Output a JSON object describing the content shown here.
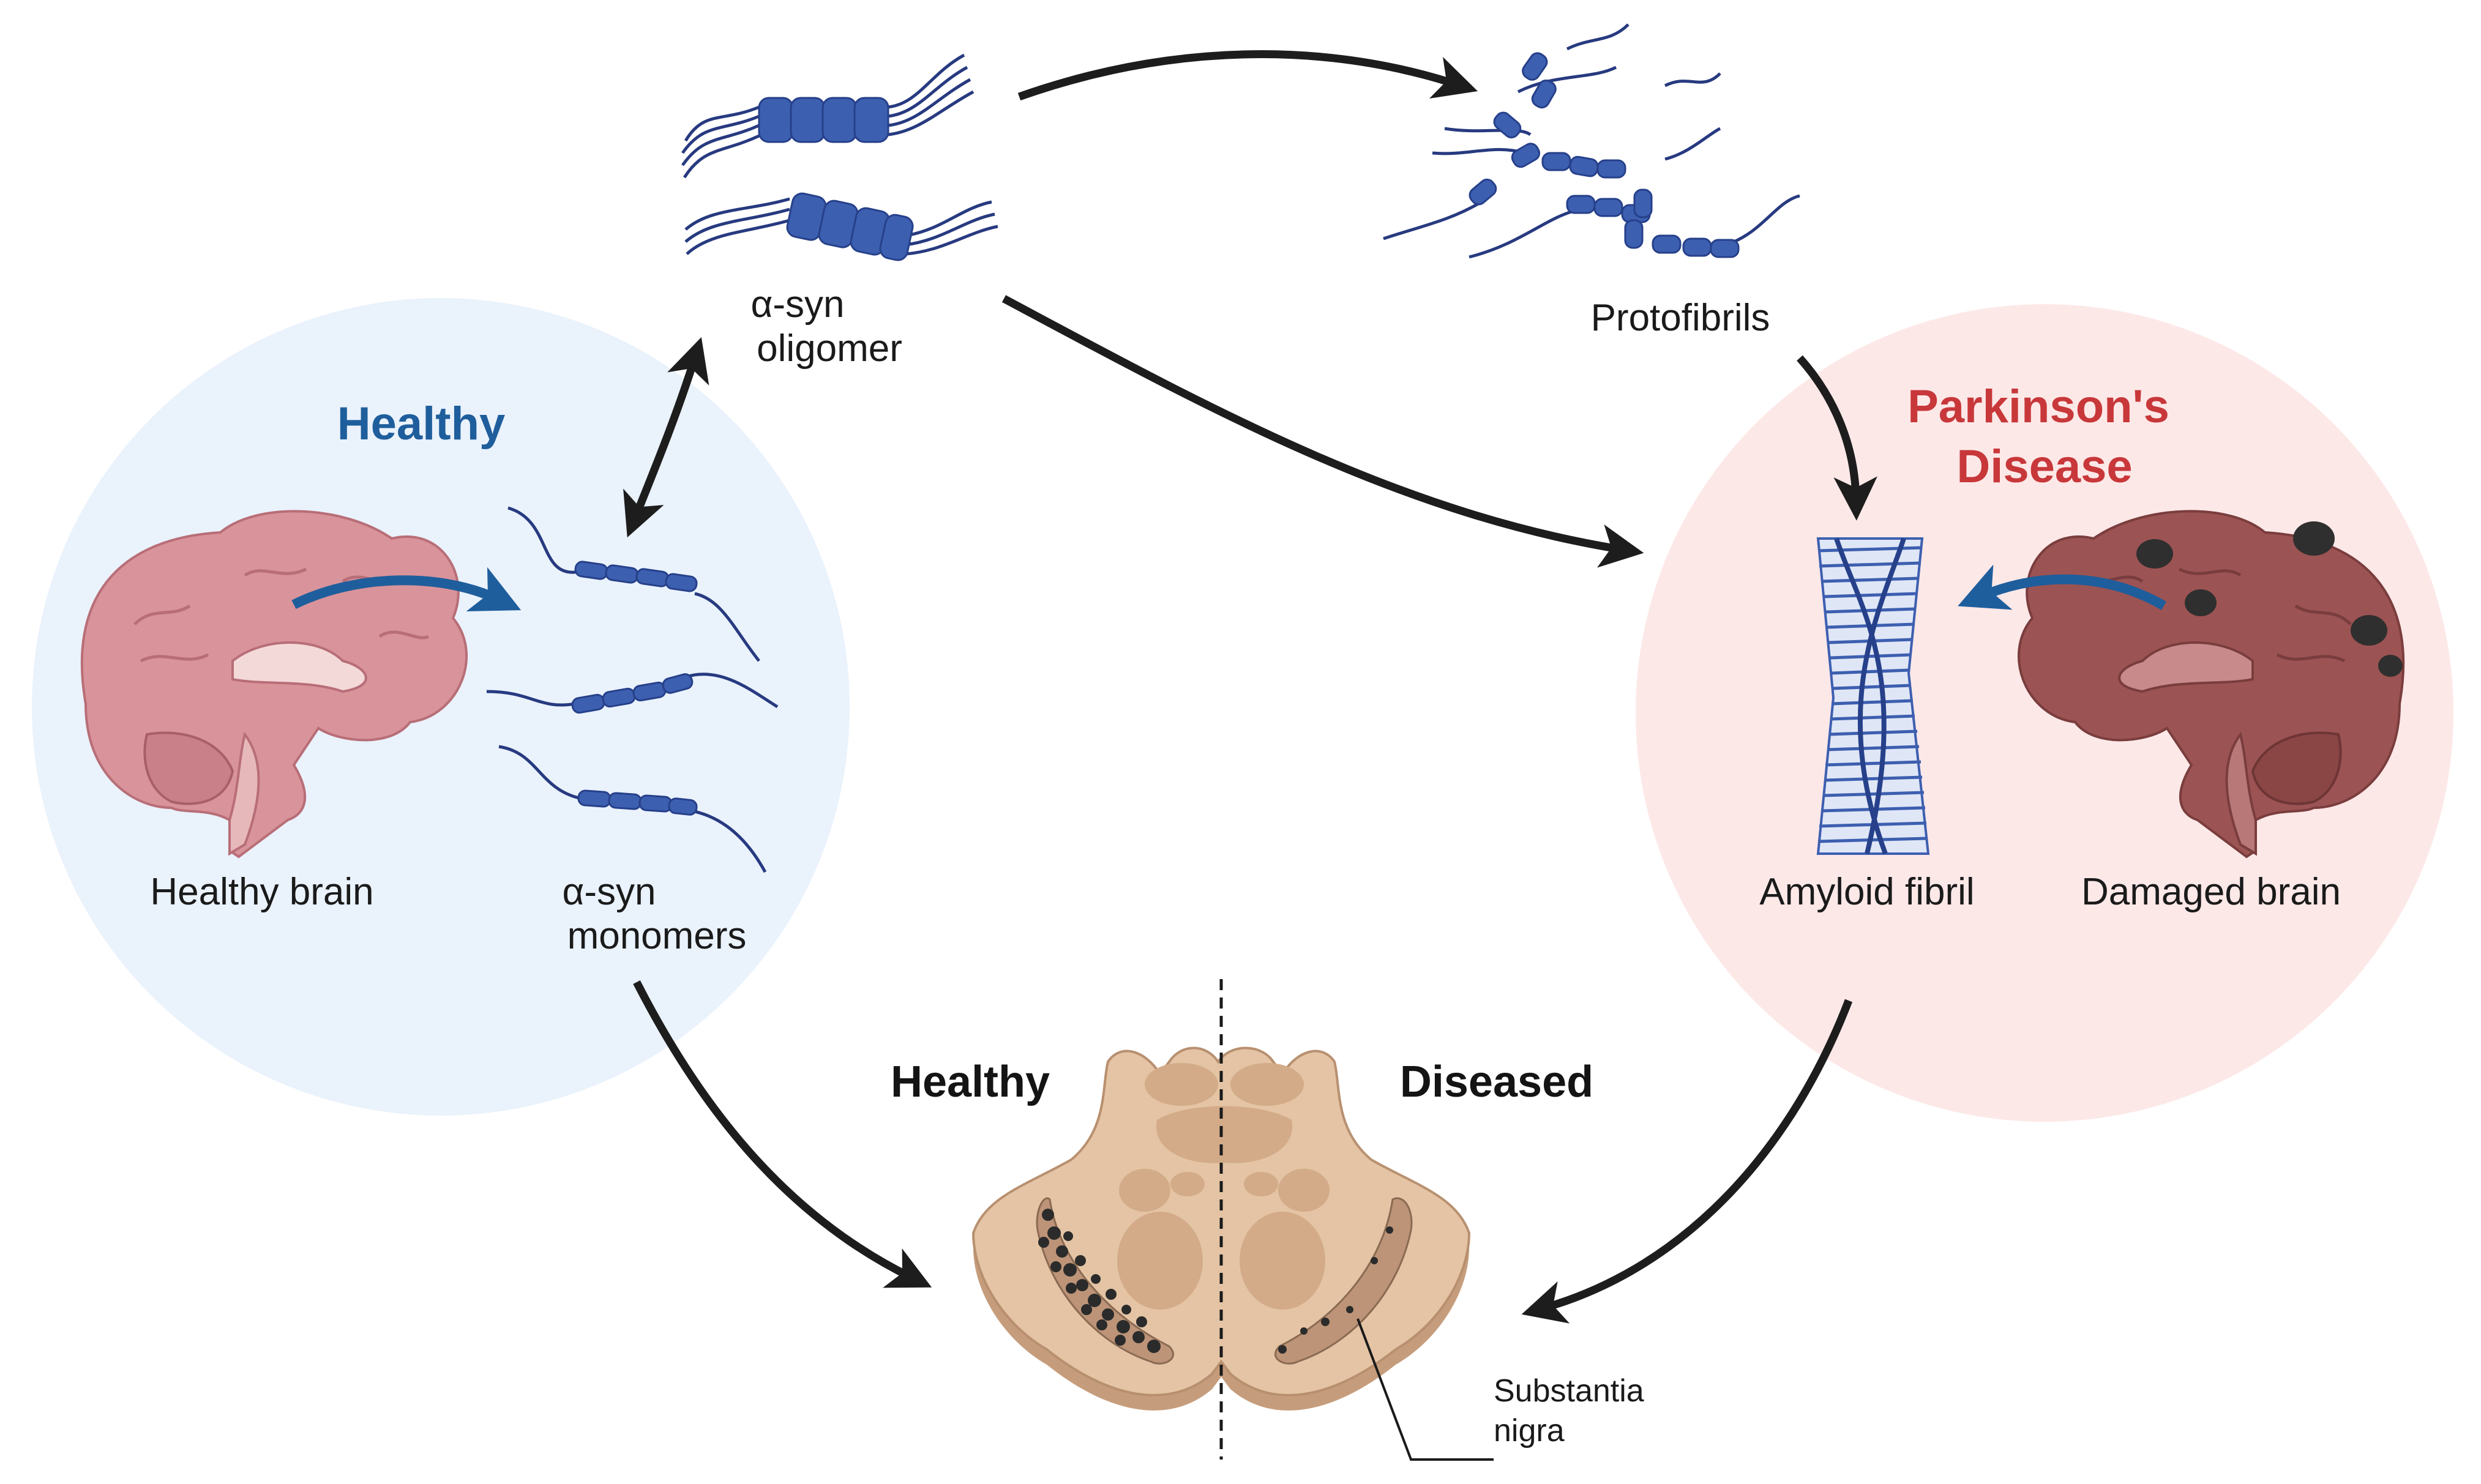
{
  "colors": {
    "healthy_bg": "#eaf2fc",
    "disease_bg": "#fde8e8",
    "healthy_title": "#1f5e9c",
    "disease_title": "#c8383a",
    "protein": "#3d5fb0",
    "brain_healthy": "#d9939a",
    "brain_damaged": "#9c5353",
    "midbrain": "#d8b08e"
  },
  "healthy_panel": {
    "title": "Healthy"
  },
  "disease_panel": {
    "title_line1": "Parkinson's",
    "title_line2": "Disease"
  },
  "labels": {
    "oligomer_line1": "α-syn",
    "oligomer_line2": "oligomer",
    "protofibrils": "Protofibrils",
    "healthy_brain": "Healthy brain",
    "monomers_line1": "α-syn",
    "monomers_line2": "monomers",
    "amyloid_fibril": "Amyloid fibril",
    "damaged_brain": "Damaged brain",
    "midbrain_healthy": "Healthy",
    "midbrain_diseased": "Diseased",
    "substantia_line1": "Substantia",
    "substantia_line2": "nigra"
  },
  "icons": [
    "healthy-brain-icon",
    "damaged-brain-icon",
    "oligomer-icon",
    "protofibrils-icon",
    "monomer-icon",
    "amyloid-fibril-icon",
    "midbrain-section-icon"
  ]
}
